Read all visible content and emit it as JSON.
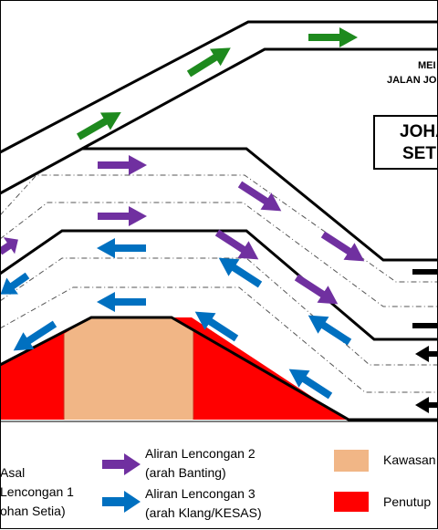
{
  "diagram": {
    "sign_box": {
      "line1": "JOHA",
      "line2": "SETIA"
    },
    "direction_note": {
      "line1": "MEI",
      "line2": "JALAN JO"
    }
  },
  "legend": {
    "left": {
      "line1": "Asal",
      "line2": "Lencongan 1",
      "line3": "ohan Setia)"
    },
    "middle_purple": {
      "line1": "Aliran Lencongan 2",
      "line2": "(arah Banting)"
    },
    "middle_blue": {
      "line1": "Aliran Lencongan 3",
      "line2": "(arah Klang/KESAS)"
    },
    "right_area": {
      "label": "Kawasan"
    },
    "right_close": {
      "label": "Penutup"
    }
  },
  "colors": {
    "green_arrow": "#1e8a1e",
    "purple_arrow": "#7030a0",
    "blue_arrow": "#0070c0",
    "area_fill": "#f1b686",
    "closure_fill": "#ff0000"
  }
}
